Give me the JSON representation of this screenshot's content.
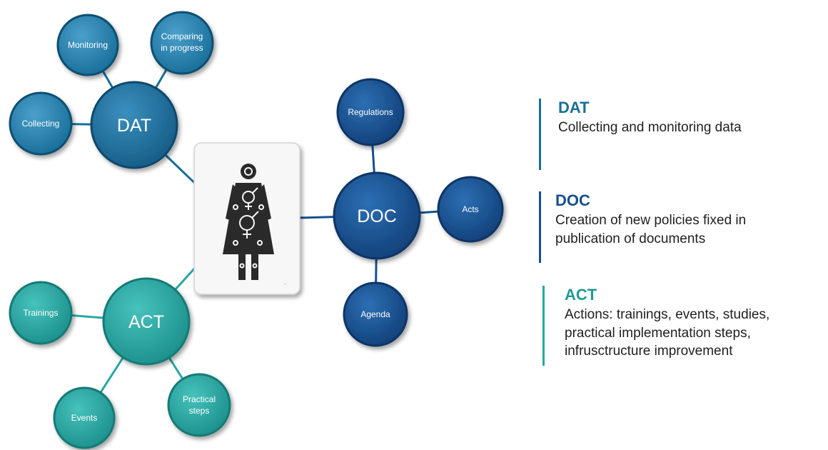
{
  "diagram": {
    "hubs": {
      "dat": {
        "label": "DAT",
        "color": "#1a6e9a"
      },
      "doc": {
        "label": "DOC",
        "color": "#164f8f"
      },
      "act": {
        "label": "ACT",
        "color": "#27a7a3"
      }
    },
    "satellites": {
      "monitoring": "Monitoring",
      "comparing_line1": "Comparing",
      "comparing_line2": "in progress",
      "collecting": "Collecting",
      "regulations": "Regulations",
      "acts": "Acts",
      "agenda": "Agenda",
      "trainings": "Trainings",
      "events": "Events",
      "practical_line1": "Practical",
      "practical_line2": "steps"
    },
    "center_icon": "gender-symbols-figure-icon"
  },
  "legend": {
    "dat": {
      "title": "DAT",
      "desc": "Collecting and monitoring data",
      "color": "#1a6e9a"
    },
    "doc": {
      "title": "DOC",
      "desc": "Creation of new policies fixed in\npublication of documents",
      "color": "#164f8f"
    },
    "act": {
      "title": "ACT",
      "desc": "Actions: trainings, events, studies,\npractical implementation steps,\ninfrusctructure improvement",
      "color": "#27a7a3"
    }
  }
}
